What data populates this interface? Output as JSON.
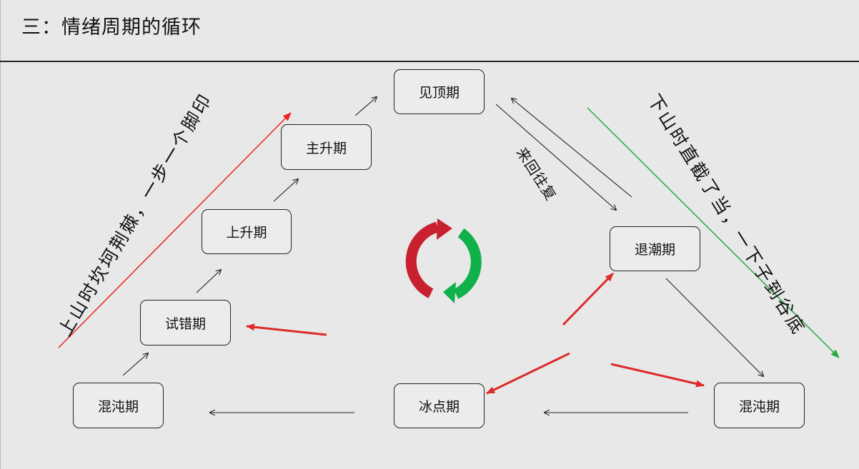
{
  "header": {
    "title": "三：情绪周期的循环"
  },
  "stages": {
    "peak": "见顶期",
    "main_rise": "主升期",
    "rise": "上升期",
    "trial": "试错期",
    "chaos_left": "混沌期",
    "freezing": "冰点期",
    "ebb": "退潮期",
    "chaos_right": "混沌期"
  },
  "labels": {
    "up_path": "上山时坎坷荆棘，一步一个脚印",
    "down_path": "下山时直截了当，一下子到谷底",
    "back_and_forth": "来回往复"
  },
  "colors": {
    "up_line": "#ee2222",
    "down_line": "#22aa44",
    "red_arrow": "#dd2a2a",
    "cycle_red": "#c8202e",
    "cycle_green": "#10b04a"
  }
}
